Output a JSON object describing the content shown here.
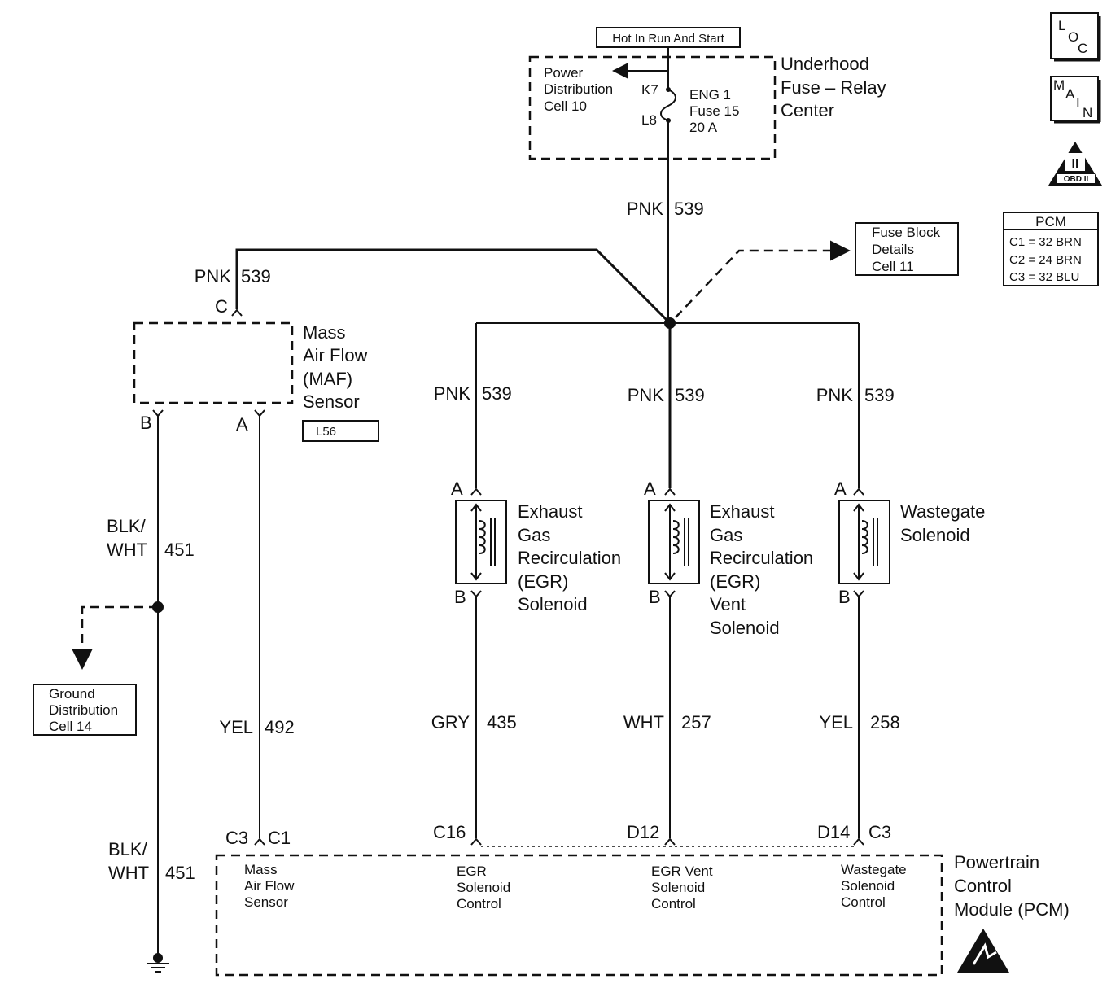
{
  "power": {
    "source_label": "Hot In Run And Start",
    "fuse_center_title": [
      "Underhood",
      "Fuse – Relay",
      "Center"
    ],
    "power_distribution_ref": [
      "Power",
      "Distribution",
      "Cell 10"
    ],
    "pin_in": "K7",
    "pin_out": "L8",
    "fuse_label": [
      "ENG 1",
      "Fuse 15",
      "20 A"
    ]
  },
  "fuse_block_ref": [
    "Fuse Block",
    "Details",
    "Cell 11"
  ],
  "side_icons": {
    "loc": [
      "L",
      "O",
      "C"
    ],
    "main": [
      "M",
      "A",
      "I",
      "N"
    ],
    "obd": "OBD II",
    "obd_mark": "II"
  },
  "pcm_connectors": {
    "title": "PCM",
    "rows": [
      "C1 = 32 BRN",
      "C2 = 24 BRN",
      "C3 = 32 BLU"
    ]
  },
  "wires": {
    "main_feed": {
      "color": "PNK",
      "circuit": "539"
    },
    "maf_feed": {
      "color": "PNK",
      "circuit": "539"
    },
    "egr_feed": {
      "color": "PNK",
      "circuit": "539"
    },
    "vent_feed": {
      "color": "PNK",
      "circuit": "539"
    },
    "wastegate_feed": {
      "color": "PNK",
      "circuit": "539"
    },
    "maf_ground": {
      "color": [
        "BLK/",
        "WHT"
      ],
      "circuit": "451"
    },
    "maf_ground_lower": {
      "color": [
        "BLK/",
        "WHT"
      ],
      "circuit": "451"
    },
    "maf_signal": {
      "color": "YEL",
      "circuit": "492"
    },
    "egr_control": {
      "color": "GRY",
      "circuit": "435"
    },
    "vent_control": {
      "color": "WHT",
      "circuit": "257"
    },
    "wastegate_control": {
      "color": "YEL",
      "circuit": "258"
    }
  },
  "maf_sensor": {
    "title": [
      "Mass",
      "Air Flow",
      "(MAF)",
      "Sensor"
    ],
    "option_code": "L56",
    "pin_c": "C",
    "pin_b": "B",
    "pin_a": "A"
  },
  "ground_ref": [
    "Ground",
    "Distribution",
    "Cell 14"
  ],
  "solenoids": [
    {
      "title": [
        "Exhaust",
        "Gas",
        "Recirculation",
        "(EGR)",
        "Solenoid"
      ],
      "pin_a": "A",
      "pin_b": "B"
    },
    {
      "title": [
        "Exhaust",
        "Gas",
        "Recirculation",
        "(EGR)",
        "Vent",
        "Solenoid"
      ],
      "pin_a": "A",
      "pin_b": "B"
    },
    {
      "title": [
        "Wastegate",
        "Solenoid"
      ],
      "pin_a": "A",
      "pin_b": "B"
    }
  ],
  "pcm": {
    "title": [
      "Powertrain",
      "Control",
      "Module (PCM)"
    ],
    "pins": {
      "maf_conn": "C3",
      "maf_pin": "C1",
      "egr_pin": "C16",
      "vent_pin": "D12",
      "wastegate_pin": "D14",
      "wastegate_conn": "C3"
    },
    "inputs": {
      "maf": [
        "Mass",
        "Air Flow",
        "Sensor"
      ],
      "egr": [
        "EGR",
        "Solenoid",
        "Control"
      ],
      "vent": [
        "EGR Vent",
        "Solenoid",
        "Control"
      ],
      "wastegate": [
        "Wastegate",
        "Solenoid",
        "Control"
      ]
    }
  }
}
